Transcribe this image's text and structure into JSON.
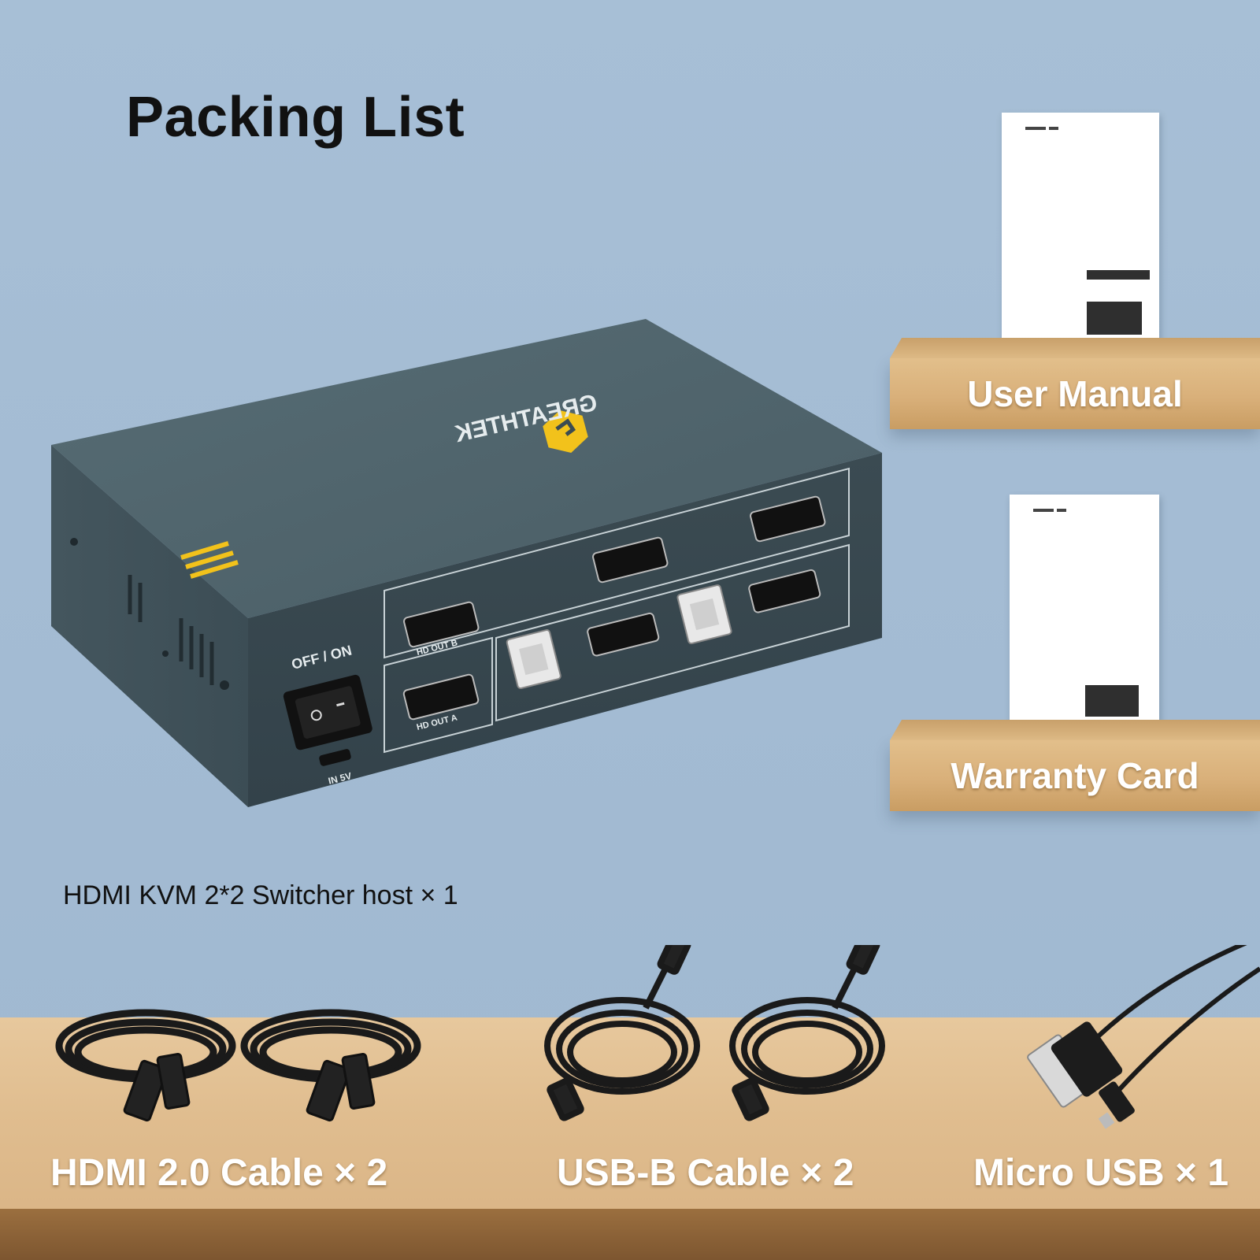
{
  "title": "Packing List",
  "host": {
    "caption": "HDMI KVM 2*2 Switcher host × 1",
    "brand": "GREATHTEK",
    "panel_labels": {
      "power_switch": "OFF / ON",
      "power_in": "IN 5V",
      "hd_out_a": "HD OUT A",
      "hd_out_b": "HD OUT B"
    }
  },
  "shelves": [
    {
      "label": "User Manual"
    },
    {
      "label": "Warranty Card"
    }
  ],
  "cables": [
    {
      "label": "HDMI 2.0 Cable × 2"
    },
    {
      "label": "USB-B Cable × 2"
    },
    {
      "label": "Micro USB × 1"
    }
  ],
  "colors": {
    "background": "#a7bfd6",
    "device_body": "#4a5e66",
    "accent_yellow": "#f2c21b",
    "wood": "#ddb985",
    "label_text": "#ffffff"
  }
}
